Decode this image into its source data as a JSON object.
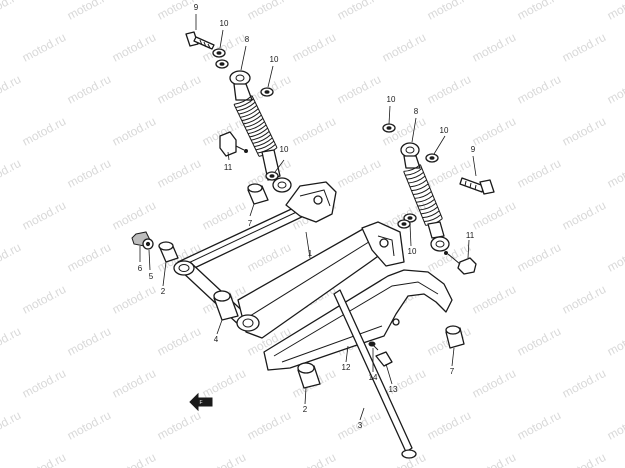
{
  "watermark": "motod.ru",
  "callouts": [
    {
      "id": "c9a",
      "text": "9"
    },
    {
      "id": "c10a",
      "text": "10"
    },
    {
      "id": "c8a",
      "text": "8"
    },
    {
      "id": "c10b",
      "text": "10"
    },
    {
      "id": "c11a",
      "text": "11"
    },
    {
      "id": "c10c",
      "text": "10"
    },
    {
      "id": "c7a",
      "text": "7"
    },
    {
      "id": "c6",
      "text": "6"
    },
    {
      "id": "c5",
      "text": "5"
    },
    {
      "id": "c2a",
      "text": "2"
    },
    {
      "id": "c1",
      "text": "1"
    },
    {
      "id": "c4",
      "text": "4"
    },
    {
      "id": "c10d",
      "text": "10"
    },
    {
      "id": "c8b",
      "text": "8"
    },
    {
      "id": "c10e",
      "text": "10"
    },
    {
      "id": "c9b",
      "text": "9"
    },
    {
      "id": "c10f",
      "text": "10"
    },
    {
      "id": "c11b",
      "text": "11"
    },
    {
      "id": "c12",
      "text": "12"
    },
    {
      "id": "c14",
      "text": "14"
    },
    {
      "id": "c13",
      "text": "13"
    },
    {
      "id": "c7b",
      "text": "7"
    },
    {
      "id": "c2b",
      "text": "2"
    },
    {
      "id": "c3",
      "text": "3"
    }
  ],
  "icons": {
    "front_arrow": "front-arrow-icon"
  }
}
